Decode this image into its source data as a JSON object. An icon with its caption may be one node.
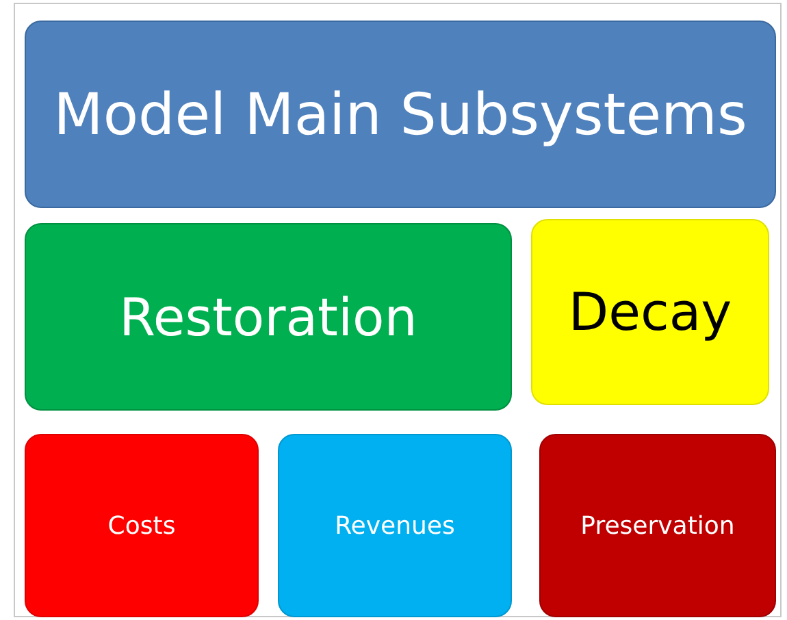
{
  "diagram": {
    "nodes": [
      {
        "text": [
          "Model Main Subsystems"
        ]
      },
      {
        "text": [
          "Restoration"
        ]
      },
      {
        "text": [
          "Decay"
        ]
      },
      {
        "text": [
          "Costs"
        ]
      },
      {
        "text": [
          "Revenues"
        ]
      },
      {
        "text": [
          "Preservation"
        ]
      }
    ]
  }
}
